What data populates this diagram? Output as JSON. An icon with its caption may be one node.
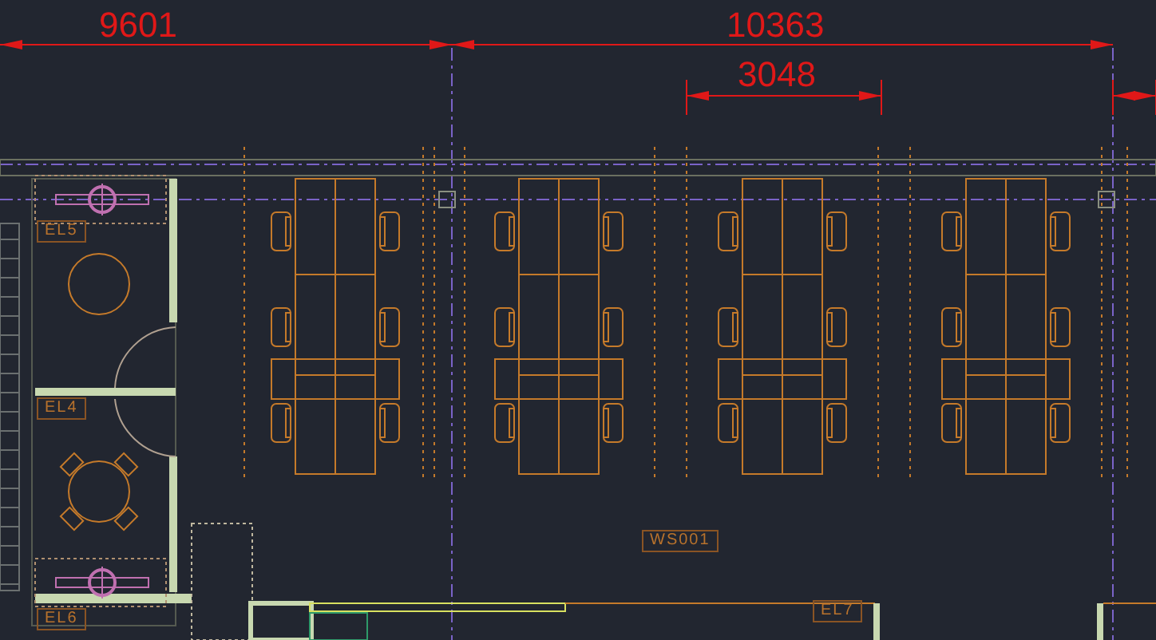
{
  "diagram": {
    "labels": [
      "9601",
      "10363",
      "3048",
      "EL5",
      "EL4",
      "EL6",
      "WS001",
      "EL7"
    ]
  }
}
